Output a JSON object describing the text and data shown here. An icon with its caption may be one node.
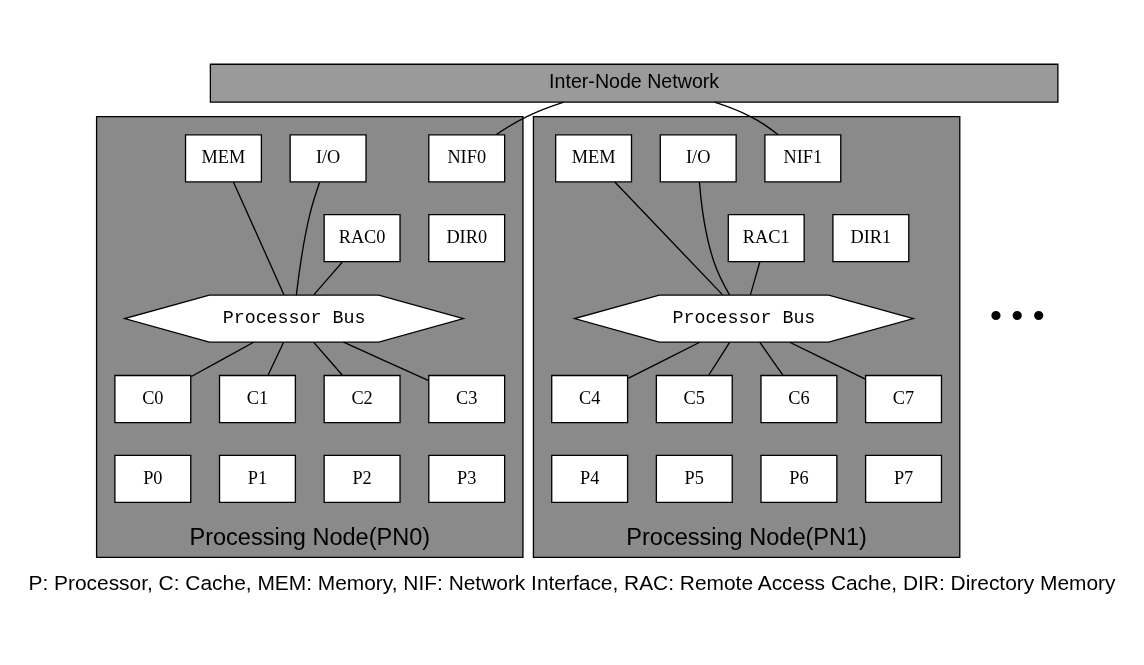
{
  "diagram": {
    "caption": "P: Processor, C: Cache, MEM: Memory, NIF: Network Interface, RAC: Remote Access Cache, DIR: Directory Memory",
    "nodes": [
      {
        "text": [
          "Inter-Node Network"
        ]
      },
      {
        "text": [
          "Processing Node(PN0)"
        ]
      },
      {
        "text": [
          "NIF0"
        ],
        "in": 1
      },
      {
        "text": [
          "RAC0"
        ],
        "in": 1
      },
      {
        "text": [
          "DIR0"
        ],
        "in": 1
      },
      {
        "text": [
          "I/O"
        ],
        "in": 1
      },
      {
        "text": [
          "MEM"
        ],
        "in": 1
      },
      {
        "text": [
          "Processor Bus"
        ],
        "in": 1
      },
      {
        "text": [
          "C0"
        ],
        "in": 1
      },
      {
        "text": [
          "P0"
        ],
        "in": 1
      },
      {
        "text": [
          "C1"
        ],
        "in": 1
      },
      {
        "text": [
          "P1"
        ],
        "in": 1
      },
      {
        "text": [
          "C2"
        ],
        "in": 1
      },
      {
        "text": [
          "P2"
        ],
        "in": 1
      },
      {
        "text": [
          "C3"
        ],
        "in": 1
      },
      {
        "text": [
          "P3"
        ],
        "in": 1
      },
      {
        "text": [
          "Processing Node(PN1)"
        ]
      },
      {
        "text": [
          "NIF1"
        ],
        "in": 16
      },
      {
        "text": [
          "RAC1"
        ],
        "in": 16
      },
      {
        "text": [
          "DIR1"
        ],
        "in": 16
      },
      {
        "text": [
          "I/O"
        ],
        "in": 16
      },
      {
        "text": [
          "MEM"
        ],
        "in": 16
      },
      {
        "text": [
          "Processor Bus"
        ],
        "in": 16
      },
      {
        "text": [
          "C4"
        ],
        "in": 16
      },
      {
        "text": [
          "P4"
        ],
        "in": 16
      },
      {
        "text": [
          "C5"
        ],
        "in": 16
      },
      {
        "text": [
          "P5"
        ],
        "in": 16
      },
      {
        "text": [
          "C6"
        ],
        "in": 16
      },
      {
        "text": [
          "P6"
        ],
        "in": 16
      },
      {
        "text": [
          "C7"
        ],
        "in": 16
      },
      {
        "text": [
          "P7"
        ],
        "in": 16
      }
    ],
    "edges": [
      {
        "from": 0,
        "to": 2,
        "arrow": "none"
      },
      {
        "from": 0,
        "to": 17,
        "arrow": "none"
      },
      {
        "from": 5,
        "to": 7,
        "arrow": "none"
      },
      {
        "from": 3,
        "to": 7,
        "arrow": "none"
      },
      {
        "from": 6,
        "to": 7,
        "arrow": "none"
      },
      {
        "from": 7,
        "to": 8,
        "arrow": "none"
      },
      {
        "from": 7,
        "to": 10,
        "arrow": "none"
      },
      {
        "from": 7,
        "to": 12,
        "arrow": "none"
      },
      {
        "from": 7,
        "to": 14,
        "arrow": "none"
      },
      {
        "from": 20,
        "to": 22,
        "arrow": "none"
      },
      {
        "from": 18,
        "to": 22,
        "arrow": "none"
      },
      {
        "from": 21,
        "to": 22,
        "arrow": "none"
      },
      {
        "from": 22,
        "to": 23,
        "arrow": "none"
      },
      {
        "from": 22,
        "to": 25,
        "arrow": "none"
      },
      {
        "from": 22,
        "to": 27,
        "arrow": "none"
      },
      {
        "from": 22,
        "to": 29,
        "arrow": "none"
      }
    ],
    "labels": [
      "• • •"
    ]
  }
}
